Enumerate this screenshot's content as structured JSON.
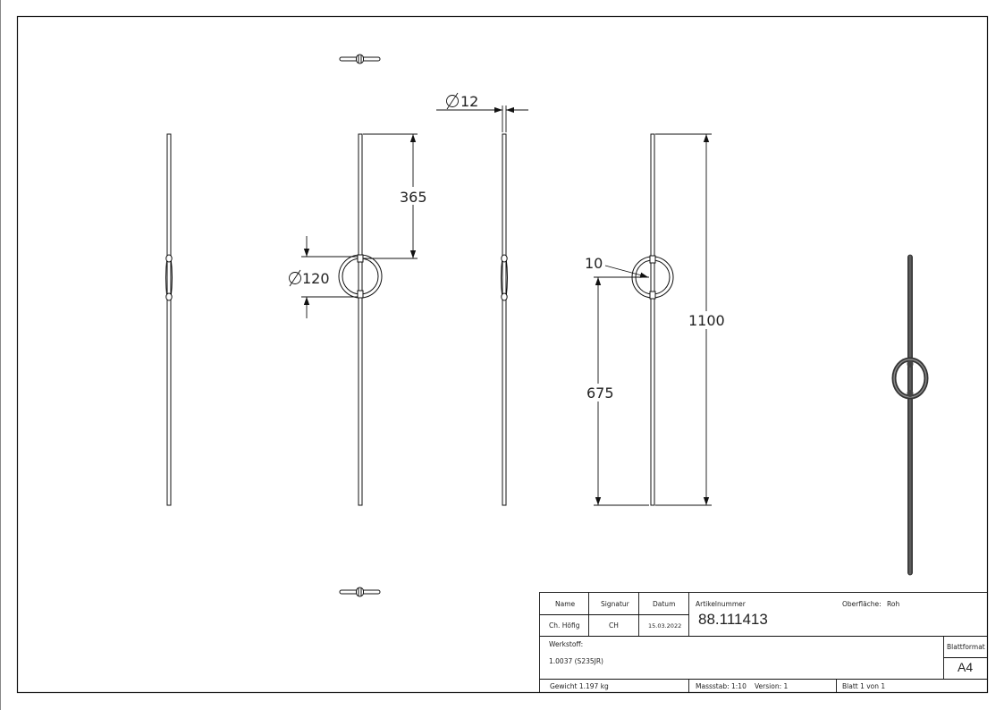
{
  "dimensions": {
    "rod_diameter": "12",
    "ring_diameter": "120",
    "top_to_ring": "365",
    "ring_wire": "10",
    "bottom_to_ring": "675",
    "total_length": "1100"
  },
  "title_block": {
    "name_header": "Name",
    "signatur_header": "Signatur",
    "datum_header": "Datum",
    "name_value": "Ch. Höfig",
    "signatur_value": "CH",
    "datum_value": "15.03.2022",
    "artikelnummer_label": "Artikelnummer",
    "artikelnummer_value": "88.111413",
    "oberflaeche_label": "Oberfläche:",
    "oberflaeche_value": "Roh",
    "werkstoff_label": "Werkstoff:",
    "werkstoff_value": "1.0037 (S235JR)",
    "blattformat_label": "Blattformat",
    "blattformat_value": "A4",
    "gewicht": "Gewicht 1.197 kg",
    "massstab": "Massstab: 1:10",
    "version": "Version: 1",
    "blatt": "Blatt 1 von 1"
  }
}
